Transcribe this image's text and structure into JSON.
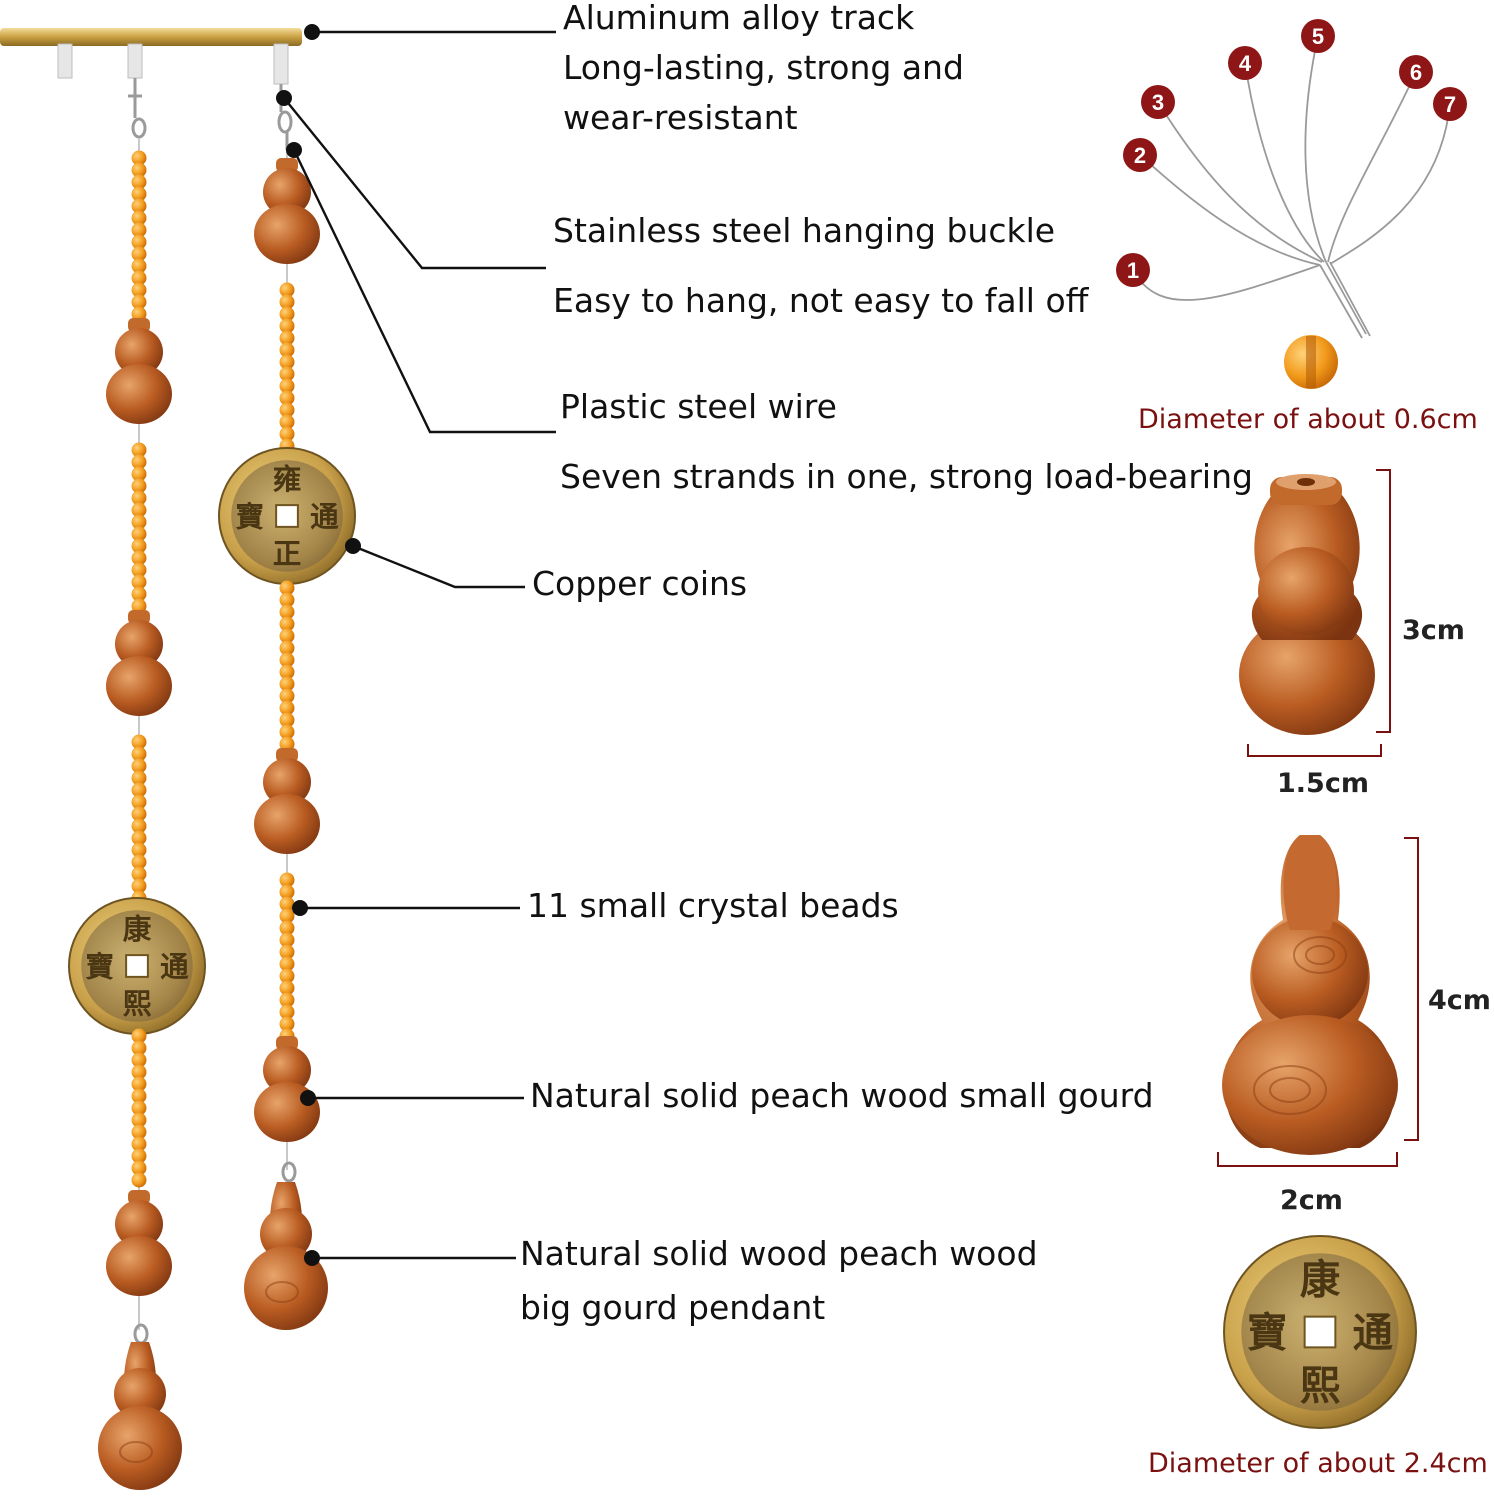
{
  "labels": {
    "track_title": "Aluminum alloy track",
    "track_desc1": "Long-lasting, strong and",
    "track_desc2": "wear-resistant",
    "buckle_title": "Stainless steel hanging buckle",
    "buckle_desc": "Easy to hang, not easy to fall off",
    "wire_title": "Plastic steel wire",
    "wire_desc": "Seven strands in one, strong load-bearing",
    "coins": "Copper coins",
    "beads": "11 small crystal beads",
    "small_gourd": "Natural solid peach wood small gourd",
    "big_gourd_1": "Natural solid wood peach wood",
    "big_gourd_2": "big gourd pendant"
  },
  "strands": {
    "numbers": [
      "1",
      "2",
      "3",
      "4",
      "5",
      "6",
      "7"
    ]
  },
  "coin_chars": {
    "front_coin": [
      "雍",
      "通",
      "正",
      "寶"
    ],
    "back_coin": [
      "康",
      "通",
      "熙",
      "寶"
    ],
    "detail_coin": [
      "康",
      "通",
      "熙",
      "寶"
    ]
  },
  "dimensions": {
    "bead_caption": "Diameter of about 0.6cm",
    "small_gourd_height": "3cm",
    "small_gourd_width": "1.5cm",
    "big_gourd_height": "4cm",
    "big_gourd_width": "2cm",
    "coin_caption": "Diameter of about 2.4cm"
  },
  "colors": {
    "wood": "#b4551c",
    "wood_light": "#e3935a",
    "bead": "#f29a1c",
    "bead_dark": "#d97a0a",
    "brass": "#c9a04a",
    "brass_dark": "#6e5420",
    "number_red": "#8e1616",
    "caption_red": "#7a1010",
    "track_gold": "#c9a042"
  }
}
